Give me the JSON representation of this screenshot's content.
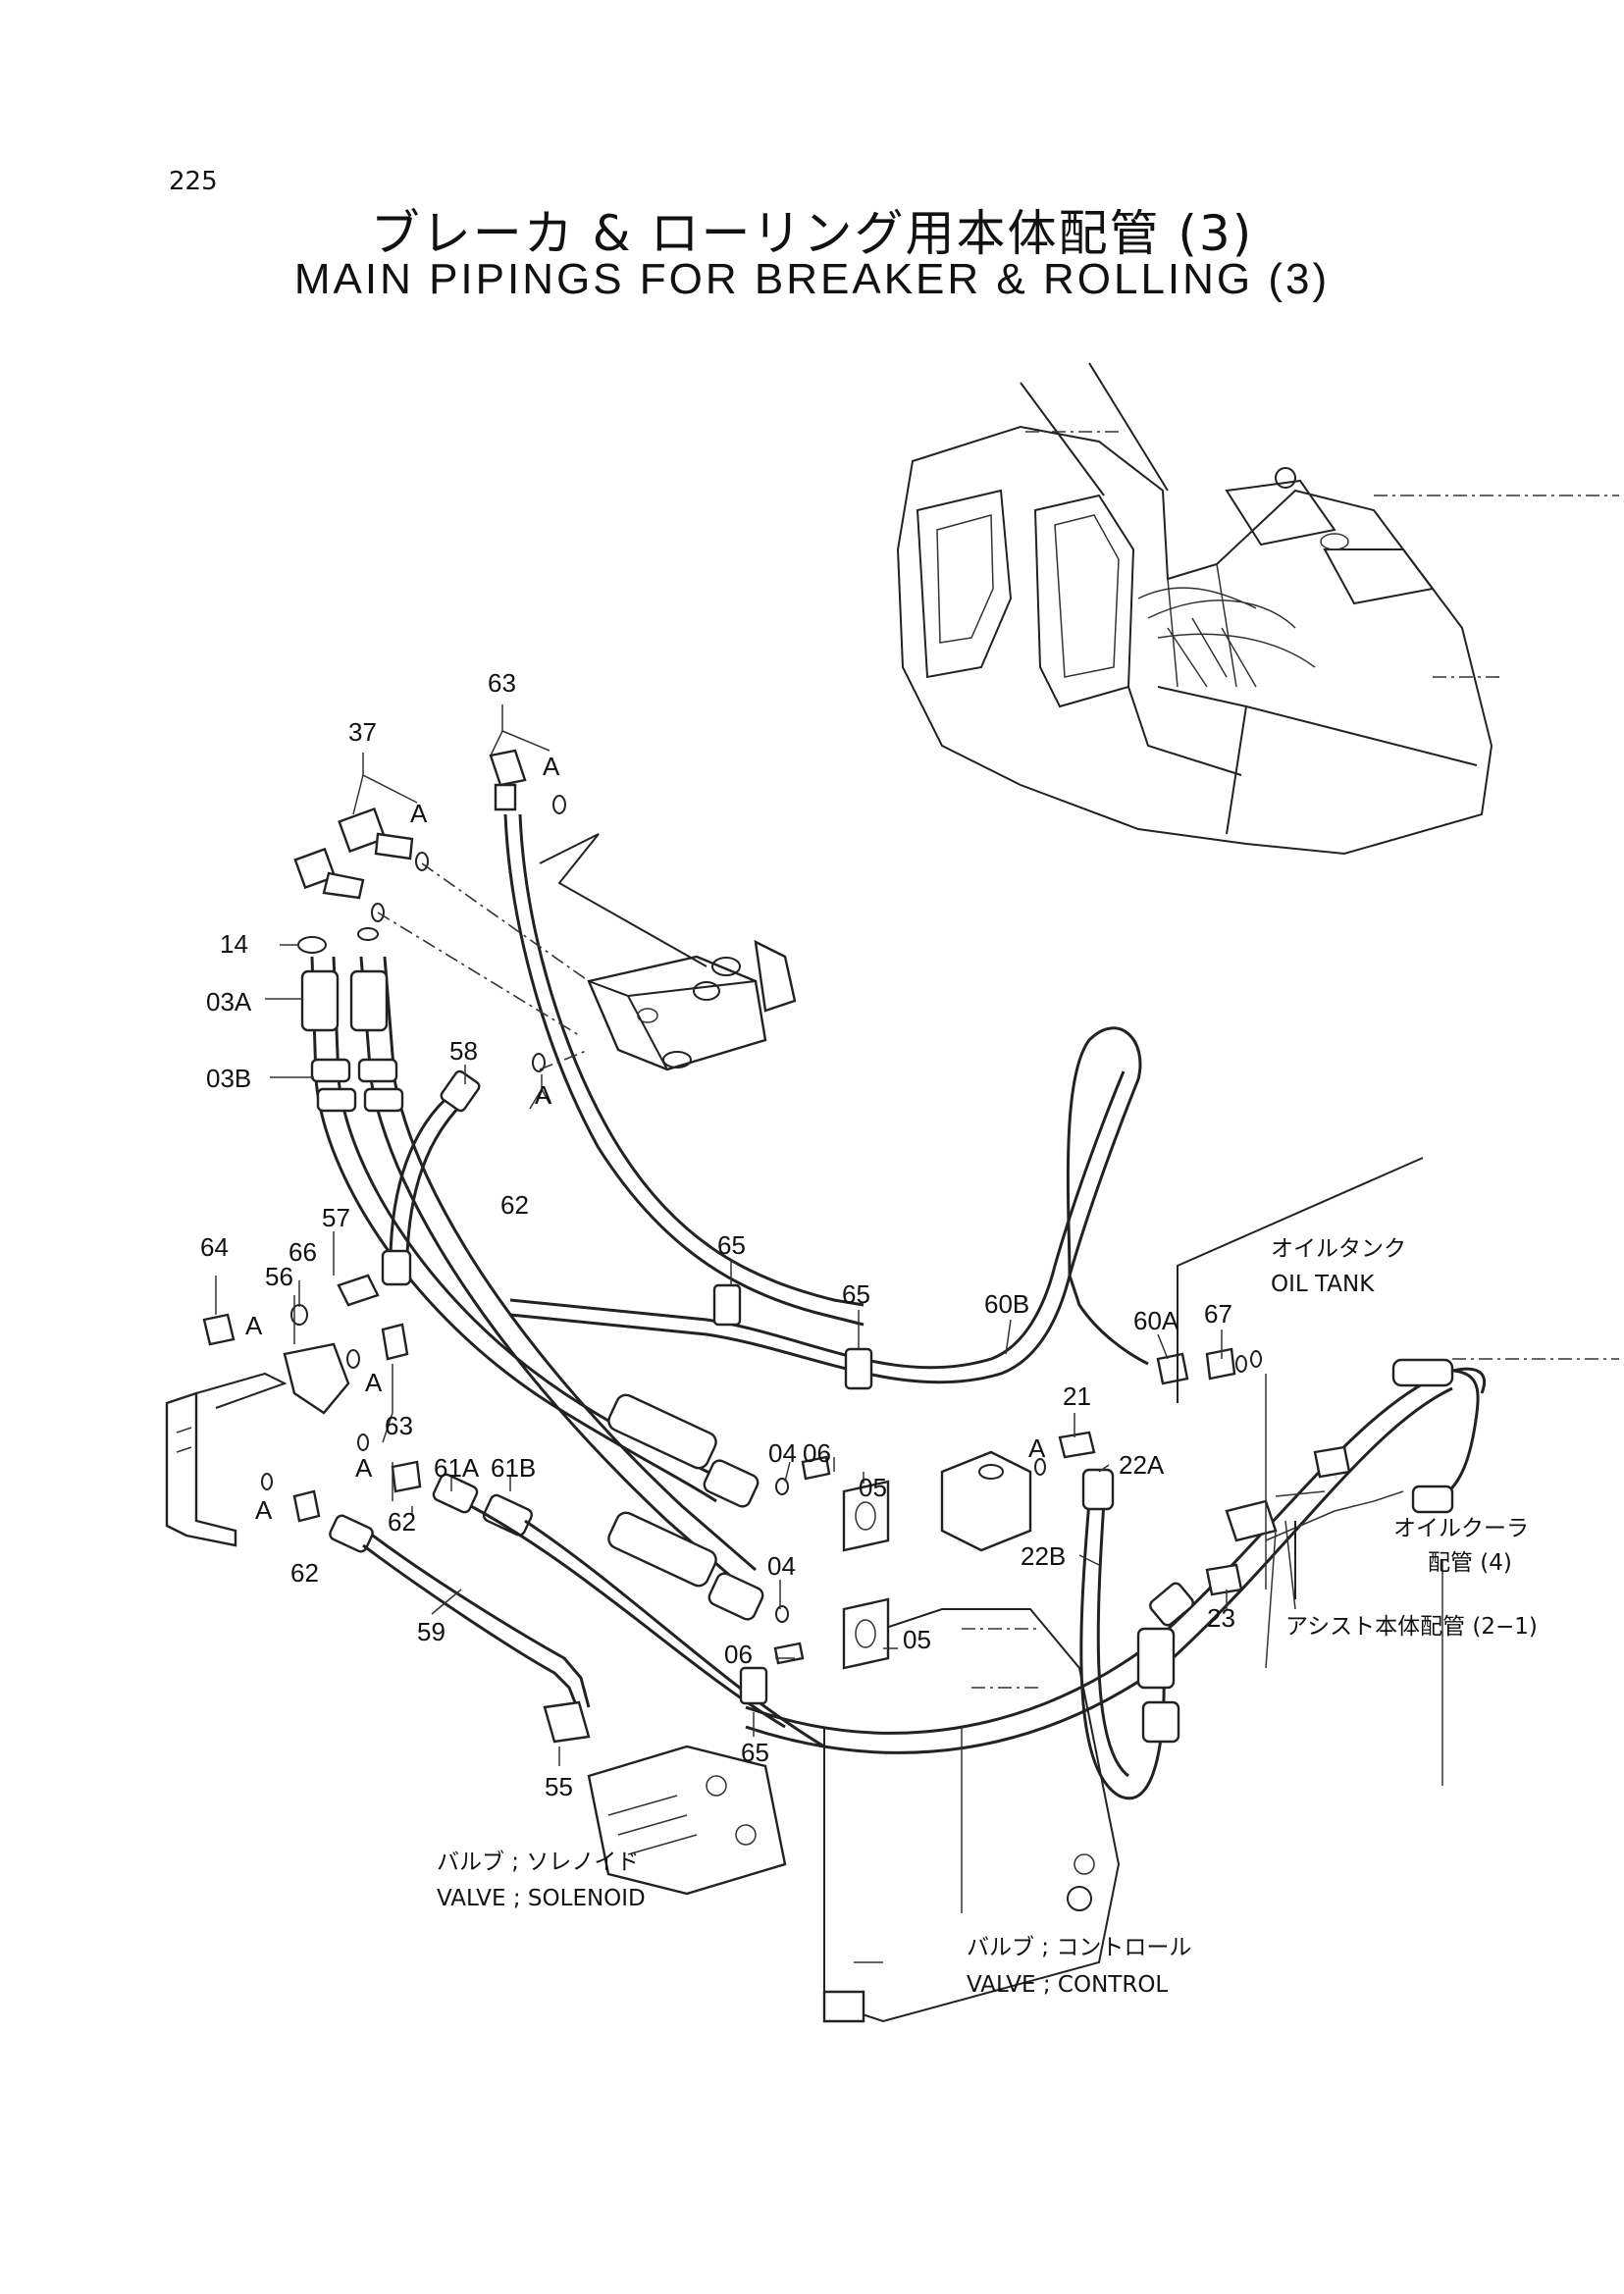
{
  "page_number": "225",
  "title_jp": "ブレーカ & ローリング用本体配管 (3)",
  "title_en": "MAIN PIPINGS FOR BREAKER & ROLLING (3)",
  "labels": {
    "p63_top": "63",
    "p37": "37",
    "p14": "14",
    "p03A": "03A",
    "p03B": "03B",
    "p58": "58",
    "p62_top": "62",
    "p64": "64",
    "p66": "66",
    "p57": "57",
    "p56": "56",
    "p63_mid": "63",
    "p61A": "61A",
    "p61B": "61B",
    "p62_mid": "62",
    "p62_left": "62",
    "p59": "59",
    "p55": "55",
    "p65_a": "65",
    "p65_b": "65",
    "p65_c": "65",
    "p60B": "60B",
    "p60A": "60A",
    "p67": "67",
    "p21": "21",
    "p22A": "22A",
    "p22B": "22B",
    "p04_a": "04",
    "p06_a": "06",
    "p05_a": "05",
    "p04_b": "04",
    "p06_b": "06",
    "p05_b": "05",
    "p23": "23",
    "A1": "A",
    "A2": "A",
    "A3": "A",
    "A4": "A",
    "A5": "A",
    "A6": "A",
    "A7": "A",
    "A8": "A"
  },
  "notes": {
    "oil_tank_jp": "オイルタンク",
    "oil_tank_en": "OIL TANK",
    "oil_cooler_jp": "オイルクーラ",
    "oil_cooler_pipe": "配管 (4)",
    "assist_pipe": "アシスト本体配管 (2−1)",
    "solenoid_jp": "バルブ ; ソレノイド",
    "solenoid_en": "VALVE ; SOLENOID",
    "control_jp": "バルブ ; コントロール",
    "control_en": "VALVE ; CONTROL"
  }
}
